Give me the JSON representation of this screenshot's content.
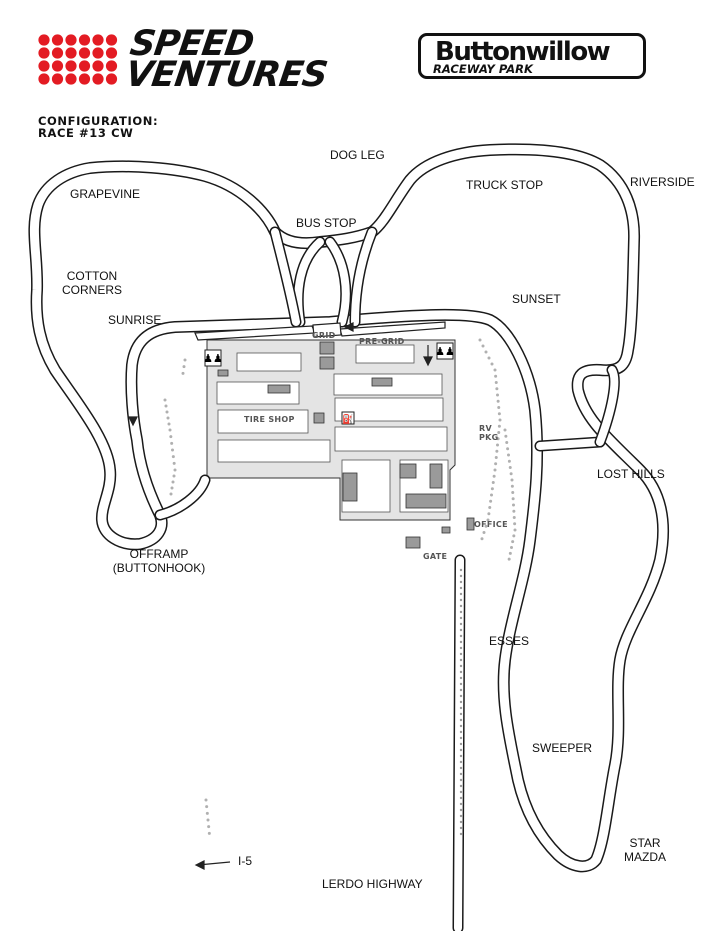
{
  "logos": {
    "speed_ventures": {
      "line1": "SPEED",
      "line2": "VENTURES",
      "dot_color": "#e31b23"
    },
    "buttonwillow": {
      "line1": "Buttonwillow",
      "line2": "RACEWAY PARK"
    }
  },
  "configuration": {
    "line1": "CONFIGURATION:",
    "line2": "RACE #13 CW"
  },
  "corners": {
    "dog_leg": "DOG LEG",
    "grapevine": "GRAPEVINE",
    "truck_stop": "TRUCK STOP",
    "riverside": "RIVERSIDE",
    "bus_stop": "BUS STOP",
    "cotton_corners_1": "COTTON",
    "cotton_corners_2": "CORNERS",
    "sunrise": "SUNRISE",
    "sunset": "SUNSET",
    "lost_hills": "LOST HILLS",
    "offramp_1": "OFFRAMP",
    "offramp_2": "(BUTTONHOOK)",
    "esses": "ESSES",
    "sweeper": "SWEEPER",
    "star_mazda_1": "STAR",
    "star_mazda_2": "MAZDA"
  },
  "facilities": {
    "grid": "GRID",
    "pre_grid": "PRE-GRID",
    "tire_shop": "TIRE SHOP",
    "rv_pkg_1": "RV",
    "rv_pkg_2": "PKG",
    "office": "OFFICE",
    "gate": "GATE"
  },
  "roads": {
    "i5": "I-5",
    "lerdo": "LERDO HIGHWAY"
  },
  "colors": {
    "track_edge": "#1a1a1a",
    "track_surface": "#ffffff",
    "paddock": "#e6e6e6",
    "building": "#9a9a9a",
    "dots": "#b0b0b0"
  }
}
